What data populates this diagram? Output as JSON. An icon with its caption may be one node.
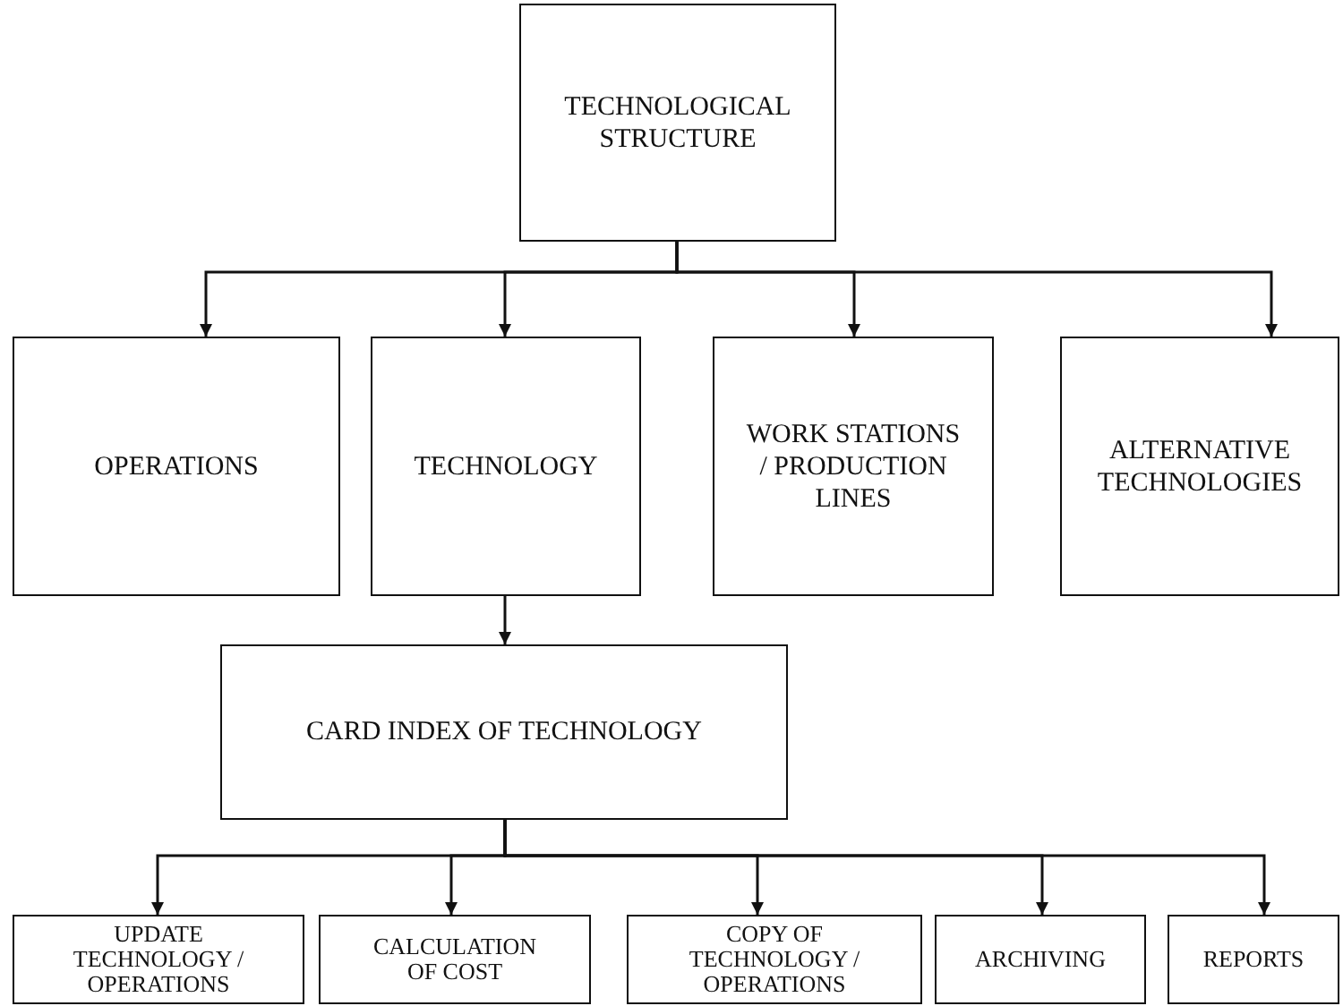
{
  "diagram": {
    "nodes": [
      {
        "text": [
          "TECHNOLOGICAL STRUCTURE"
        ]
      },
      {
        "text": [
          "OPERATIONS"
        ]
      },
      {
        "text": [
          "TECHNOLOGY"
        ]
      },
      {
        "text": [
          "WORK STATIONS / PRODUCTION LINES"
        ]
      },
      {
        "text": [
          "ALTERNATIVE TECHNOLOGIES"
        ]
      },
      {
        "text": [
          "CARD INDEX OF TECHNOLOGY"
        ]
      },
      {
        "text": [
          "UPDATE TECHNOLOGY / OPERATIONS"
        ]
      },
      {
        "text": [
          "CALCULATION OF COST"
        ]
      },
      {
        "text": [
          "COPY OF TECHNOLOGY / OPERATIONS"
        ]
      },
      {
        "text": [
          "ARCHIVING"
        ]
      },
      {
        "text": [
          "REPORTS"
        ]
      }
    ],
    "edges": [
      {
        "from": 0,
        "to": 1,
        "arrow": "to"
      },
      {
        "from": 0,
        "to": 2,
        "arrow": "to"
      },
      {
        "from": 0,
        "to": 3,
        "arrow": "to"
      },
      {
        "from": 0,
        "to": 4,
        "arrow": "to"
      },
      {
        "from": 2,
        "to": 5,
        "arrow": "to"
      },
      {
        "from": 5,
        "to": 6,
        "arrow": "to"
      },
      {
        "from": 5,
        "to": 7,
        "arrow": "to"
      },
      {
        "from": 5,
        "to": 8,
        "arrow": "to"
      },
      {
        "from": 5,
        "to": 9,
        "arrow": "to"
      },
      {
        "from": 5,
        "to": 10,
        "arrow": "to"
      }
    ]
  }
}
